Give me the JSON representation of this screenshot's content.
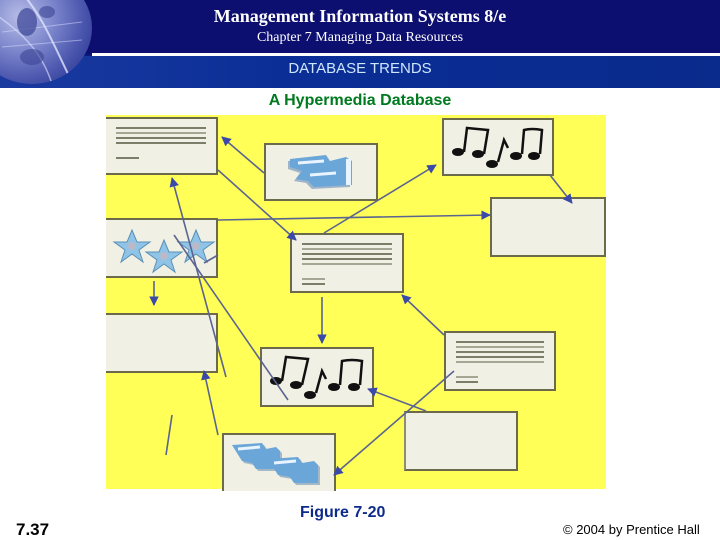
{
  "header": {
    "title": "Management Information Systems 8/e",
    "subtitle": "Chapter 7 Managing Data Resources",
    "section": "DATABASE TRENDS",
    "colors": {
      "top_band": "#0d0f70",
      "section_band": "#0a2e96",
      "section_text": "#cfe6ff"
    }
  },
  "figure": {
    "title": "A Hypermedia Database",
    "title_color": "#007a1e",
    "caption": "Figure 7-20",
    "caption_color": "#0d2b8a",
    "background_color": "#ffff57",
    "nodes": [
      {
        "id": "text-top-left",
        "kind": "text-document"
      },
      {
        "id": "pointer-top",
        "kind": "pointing-hand-image"
      },
      {
        "id": "music-top-right",
        "kind": "music-notes-image"
      },
      {
        "id": "blank-right",
        "kind": "blank-card"
      },
      {
        "id": "stars-left",
        "kind": "stars-image"
      },
      {
        "id": "text-center",
        "kind": "text-document"
      },
      {
        "id": "blank-left",
        "kind": "blank-card"
      },
      {
        "id": "music-center",
        "kind": "music-notes-image"
      },
      {
        "id": "text-bottom-right",
        "kind": "text-document"
      },
      {
        "id": "pointers-bottom",
        "kind": "pointing-hands-image"
      },
      {
        "id": "blank-bottom-right",
        "kind": "blank-card"
      }
    ],
    "link_color": "#3b4aa8"
  },
  "footer": {
    "page_number": "7.37",
    "copyright": "© 2004 by Prentice Hall"
  }
}
